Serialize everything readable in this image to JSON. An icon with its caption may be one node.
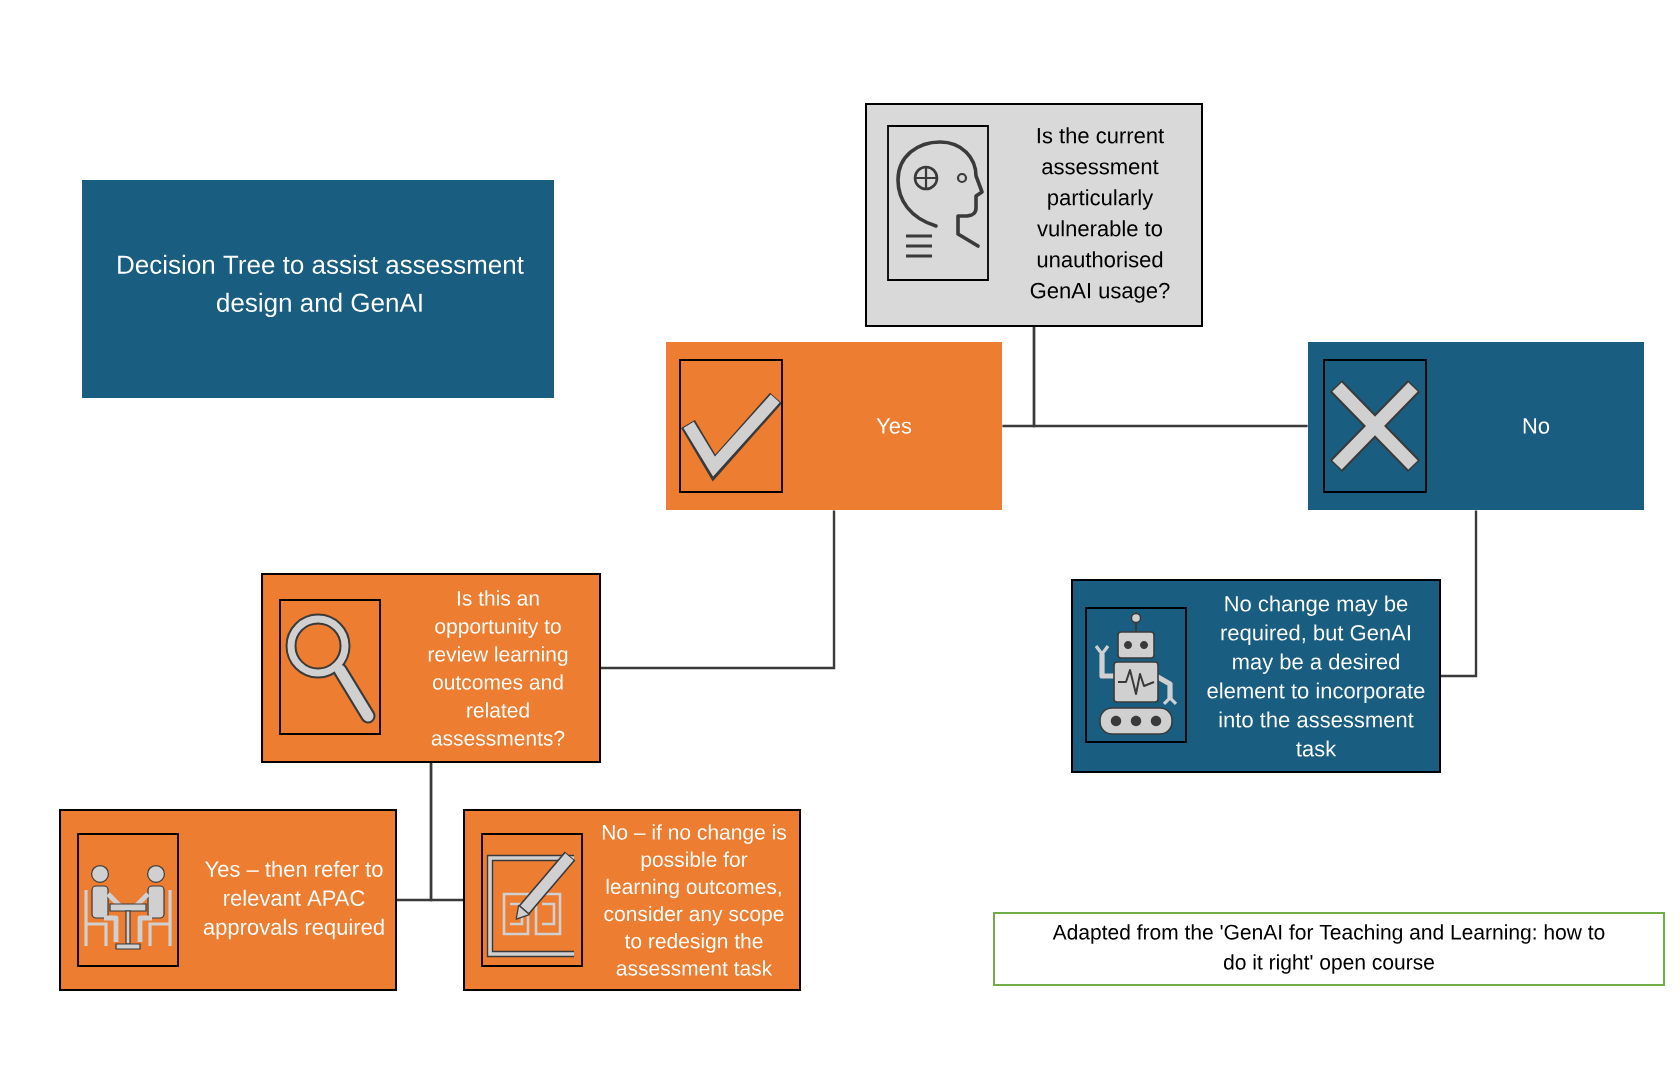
{
  "diagram": {
    "title": "Decision Tree to assist assessment design and GenAI",
    "nodes": [
      {
        "text": [
          "Is the current assessment particularly vulnerable to unauthorised GenAI usage?"
        ]
      },
      {
        "text": [
          "Yes"
        ]
      },
      {
        "text": [
          "No"
        ]
      },
      {
        "text": [
          "Is this an opportunity to review learning outcomes and related assessments?"
        ]
      },
      {
        "text": [
          "No change may be required, but GenAI may be a desired element to incorporate into the assessment task"
        ]
      },
      {
        "text": [
          "Yes – then refer to relevant APAC approvals required"
        ]
      },
      {
        "text": [
          "No – if no change is possible for learning outcomes, consider any scope to redesign the assessment task"
        ]
      }
    ],
    "edges": [
      {
        "from": 0,
        "to": 1,
        "arrow": "none"
      },
      {
        "from": 0,
        "to": 2,
        "arrow": "none"
      },
      {
        "from": 1,
        "to": 3,
        "arrow": "none"
      },
      {
        "from": 2,
        "to": 4,
        "arrow": "none"
      },
      {
        "from": 3,
        "to": 5,
        "arrow": "none"
      },
      {
        "from": 3,
        "to": 6,
        "arrow": "none"
      }
    ],
    "caption": "Adapted from the 'GenAI for Teaching and Learning: how to do it right' open course"
  }
}
